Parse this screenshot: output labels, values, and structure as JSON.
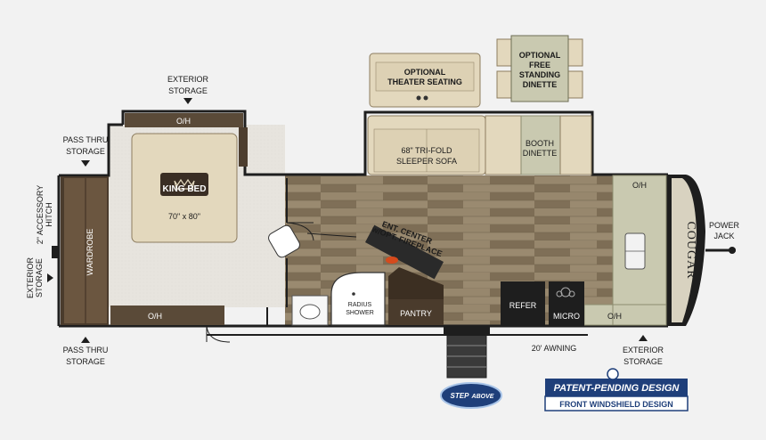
{
  "labels": {
    "exterior_storage_top_l1": "EXTERIOR",
    "exterior_storage_top_l2": "STORAGE",
    "pass_thru_top_l1": "PASS THRU",
    "pass_thru_top_l2": "STORAGE",
    "accessory_hitch_l1": "2\" ACCESSORY",
    "accessory_hitch_l2": "HITCH",
    "exterior_storage_left_l1": "EXTERIOR",
    "exterior_storage_left_l2": "STORAGE",
    "pass_thru_bottom_l1": "PASS THRU",
    "pass_thru_bottom_l2": "STORAGE",
    "exterior_storage_right_l1": "EXTERIOR",
    "exterior_storage_right_l2": "STORAGE",
    "power_jack_l1": "POWER",
    "power_jack_l2": "JACK",
    "awning": "20' AWNING",
    "oh_bed": "O/H",
    "oh_wardrobe": "O/H",
    "oh_front": "O/H",
    "oh_kitchen": "O/H",
    "wardrobe": "WARDROBE",
    "king_bed": "KING BED",
    "bed_size": "70\" x 80\"",
    "theater_l1": "OPTIONAL",
    "theater_l2": "THEATER SEATING",
    "dinette_opt_l1": "OPTIONAL",
    "dinette_opt_l2": "FREE",
    "dinette_opt_l3": "STANDING",
    "dinette_opt_l4": "DINETTE",
    "sofa_l1": "68\" TRI-FOLD",
    "sofa_l2": "SLEEPER SOFA",
    "booth_l1": "BOOTH",
    "booth_l2": "DINETTE",
    "ent_l1": "ENT. CENTER",
    "ent_l2": "w/OPT. FIREPLACE",
    "shower_l1": "RADIUS",
    "shower_l2": "SHOWER",
    "pantry": "PANTRY",
    "refer": "REFER",
    "micro": "MICRO",
    "cougar": "COUGAR",
    "step_badge_l1": "STEP",
    "step_badge_l2": "ABOVE",
    "patent": "PATENT-PENDING DESIGN",
    "windshield": "FRONT WINDSHIELD DESIGN"
  },
  "colors": {
    "floor_wood": "#8a7a60",
    "carpet": "#e6e3dd",
    "wall": "#1e1e1e",
    "cabinet": "#5a4a38",
    "upholstery": "#e3d8bd",
    "booth_green": "#c9c9b0",
    "kitchen_counter": "#d8d4c4",
    "patent_blue": "#1f3f7a"
  }
}
